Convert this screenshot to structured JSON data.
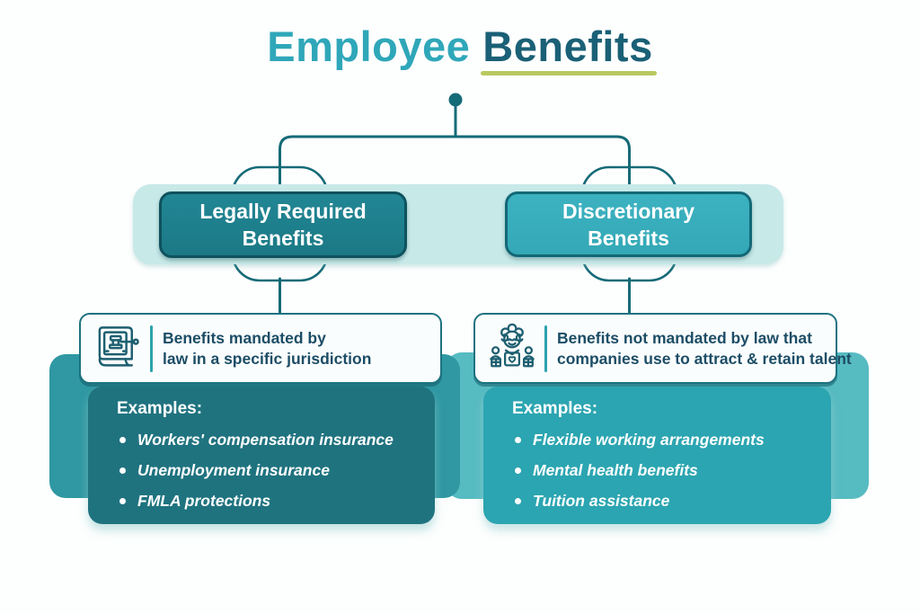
{
  "title": {
    "word1": "Employee",
    "word2": "Benefits",
    "word1_color": "#2fa7b9",
    "word2_color": "#1a6076",
    "underline_color": "#b9c95f"
  },
  "connector_color": "#156b77",
  "band_color": "#c7e9e8",
  "branches": [
    {
      "name": "legally-required-benefits",
      "box_lines": [
        "Legally Required",
        "Benefits"
      ],
      "box_color": "#1c7e8a",
      "icon": "law-book-gavel-icon",
      "description_lines": [
        "Benefits mandated by",
        "law in a specific jurisdiction"
      ],
      "examples_heading": "Examples:",
      "examples": [
        "Workers' compensation insurance",
        "Unemployment insurance",
        "FMLA protections"
      ],
      "panel_color": "#1f737f",
      "backdrop_color": "#2f98a2"
    },
    {
      "name": "discretionary-benefits",
      "box_lines": [
        "Discretionary",
        "Benefits"
      ],
      "box_color": "#38aebc",
      "icon": "hr-people-icon",
      "description_lines": [
        "Benefits not mandated by law that",
        "companies use to attract & retain talent"
      ],
      "examples_heading": "Examples:",
      "examples": [
        "Flexible working arrangements",
        "Mental health benefits",
        "Tuition assistance"
      ],
      "panel_color": "#2ba5b1",
      "backdrop_color": "#57bbc2"
    }
  ]
}
